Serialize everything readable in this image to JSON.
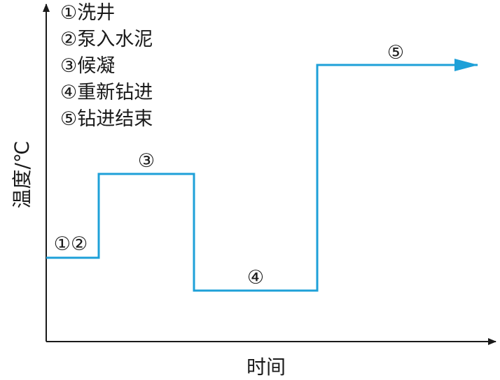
{
  "chart_data": {
    "type": "line",
    "title": "",
    "xlabel": "时间",
    "ylabel": "温度/℃",
    "legend": [
      "①洗井",
      "②泵入水泥",
      "③候凝",
      "④重新钻进",
      "⑤钻进结束"
    ],
    "series": [
      {
        "color": "#1ea0d8",
        "points": [
          {
            "x": 0,
            "y": 1,
            "label": "①②"
          },
          {
            "x": 1,
            "y": 1
          },
          {
            "x": 1,
            "y": 2
          },
          {
            "x": 2,
            "y": 2,
            "label": "③"
          },
          {
            "x": 3,
            "y": 2
          },
          {
            "x": 3,
            "y": 0
          },
          {
            "x": 4,
            "y": 0,
            "label": "④"
          },
          {
            "x": 5,
            "y": 0
          },
          {
            "x": 5,
            "y": 3
          },
          {
            "x": 6,
            "y": 3,
            "label": "⑤"
          }
        ]
      }
    ],
    "step_labels": [
      "①②",
      "③",
      "④",
      "⑤"
    ],
    "axis_ticks": "none",
    "grid": false
  }
}
